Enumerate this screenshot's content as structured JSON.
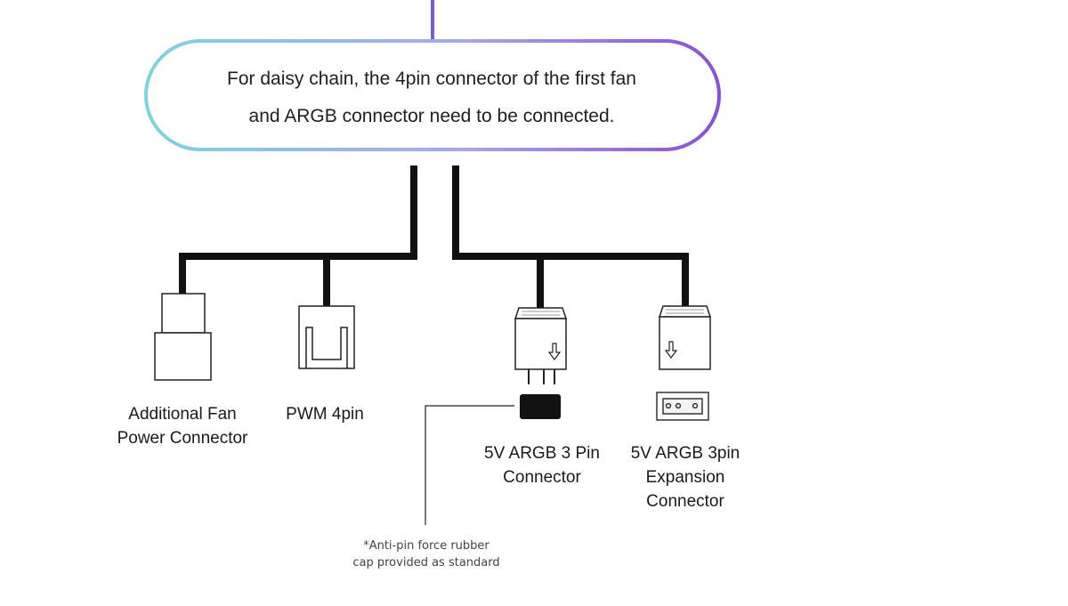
{
  "bubble": {
    "line1": "For daisy chain, the 4pin connector of the first fan",
    "line2": "and ARGB connector need to be connected."
  },
  "connectors": {
    "fan_power": {
      "line1": "Additional Fan",
      "line2": "Power Connector"
    },
    "pwm": {
      "line1": "PWM 4pin"
    },
    "argb_3pin": {
      "line1": "5V ARGB 3 Pin",
      "line2": "Connector"
    },
    "argb_expansion": {
      "line1": "5V ARGB 3pin",
      "line2": "Expansion",
      "line3": "Connector"
    }
  },
  "note": {
    "line1": "*Anti-pin force rubber",
    "line2": "cap provided as standard"
  },
  "colors": {
    "bubble_gradient_start": "#7fd3df",
    "bubble_gradient_end": "#8a4fd6",
    "wire": "#111111"
  }
}
